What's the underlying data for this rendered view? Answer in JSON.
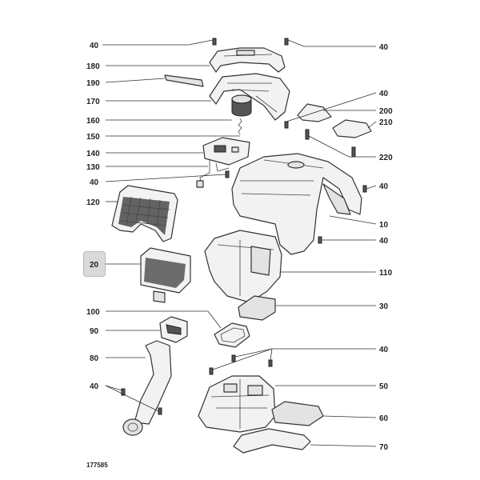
{
  "doc_number": "177585",
  "callouts": [
    {
      "id": "l40a",
      "text": "40"
    },
    {
      "id": "l180",
      "text": "180"
    },
    {
      "id": "l190",
      "text": "190"
    },
    {
      "id": "l170",
      "text": "170"
    },
    {
      "id": "l160",
      "text": "160"
    },
    {
      "id": "l150",
      "text": "150"
    },
    {
      "id": "l140",
      "text": "140"
    },
    {
      "id": "l130",
      "text": "130"
    },
    {
      "id": "l40b",
      "text": "40"
    },
    {
      "id": "l120",
      "text": "120"
    },
    {
      "id": "l20",
      "text": "20"
    },
    {
      "id": "l100",
      "text": "100"
    },
    {
      "id": "l90",
      "text": "90"
    },
    {
      "id": "l80",
      "text": "80"
    },
    {
      "id": "l40c",
      "text": "40"
    },
    {
      "id": "r40a",
      "text": "40"
    },
    {
      "id": "r40b",
      "text": "40"
    },
    {
      "id": "r200",
      "text": "200"
    },
    {
      "id": "r210",
      "text": "210"
    },
    {
      "id": "r220",
      "text": "220"
    },
    {
      "id": "r40c",
      "text": "40"
    },
    {
      "id": "r10",
      "text": "10"
    },
    {
      "id": "r40d",
      "text": "40"
    },
    {
      "id": "r110",
      "text": "110"
    },
    {
      "id": "r30",
      "text": "30"
    },
    {
      "id": "r40e",
      "text": "40"
    },
    {
      "id": "r50",
      "text": "50"
    },
    {
      "id": "r60",
      "text": "60"
    },
    {
      "id": "r70",
      "text": "70"
    }
  ]
}
